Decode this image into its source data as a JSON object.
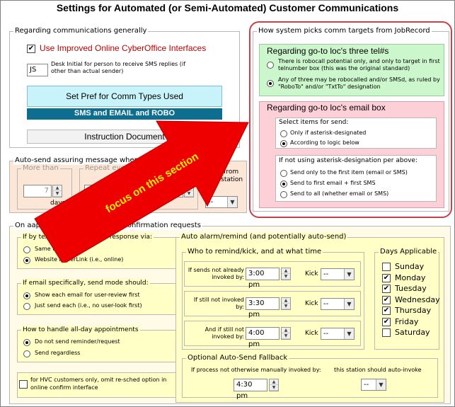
{
  "title": "Settings for Automated (or Semi-Automated) Customer Communications",
  "general": {
    "legend": "Regarding communications generally",
    "improved_label": "Use Improved Online CyberOffice Interfaces",
    "initial_value": "JS",
    "initial_desc": "Desk Initial for person to receive SMS replies (if other than actual sender)",
    "btn_pref": "Set Pref for Comm Types Used",
    "btn_sms": "SMS and EMAIL and ROBO",
    "btn_doc": "Instruction Document"
  },
  "autosend": {
    "legend": "Auto-send assuring message when pa",
    "more_than": "More than",
    "days_value": "7",
    "days": "days",
    "repeat": "Repeat eve",
    "station_label": "o it from this station",
    "dd_value": "--"
  },
  "picks": {
    "legend": "How system picks comm targets from JobRecord",
    "tel_title": "Regarding go-to loc's three tel#s",
    "tel_opt1": "There is robocall potential only, and only to target in first telnumber box (this was the original standard)",
    "tel_opt2": "Any of three may be robocalled and/or SMSd, as ruled by \"RoboTo\" and/or \"TxtTo\" designation",
    "email_title": "Regarding go-to loc's email box",
    "sel_legend": "Select items for send:",
    "sel_opt1": "Only if asterisk-designated",
    "sel_opt2": "According to logic below",
    "ifnot_legend": "If not using asterisk-designation per above:",
    "ifnot_opt1": "Send only to the first item (email or SMS)",
    "ifnot_opt2": "Send to first email + first SMS",
    "ifnot_opt3": "Send to all (whether email or SMS)"
  },
  "annotation": {
    "text": "focus on this section"
  },
  "appt": {
    "legend": "On aappointment-reminder or confirmation requests",
    "via_legend": "If by text or email, request response via:",
    "via_opt1": "Same kind reply",
    "via_opt2": "Website HyperLink (i.e., online)",
    "mode_legend": "If email specifically, send mode should:",
    "mode_opt1": "Show each email for user-review first",
    "mode_opt2": "Just send each (i.e., no user-look first)",
    "allday_legend": "How to handle all-day appointments",
    "allday_opt1": "Do not send reminder/request",
    "allday_opt2": "Send regardless",
    "hvc_label": "for HVC customers only, omit re-sched option in online confirm interface"
  },
  "alarm": {
    "legend": "Auto alarm/remind (and potentially auto-send)",
    "who_legend": "Who to remind/kick, and at what time",
    "kick": "Kick",
    "rows": [
      {
        "label": "If sends not already invoked by:",
        "time": "3:00 pm",
        "kick": "--"
      },
      {
        "label": "If still not invoked by:",
        "time": "3:30 pm",
        "kick": "--"
      },
      {
        "label": "And if still not invoked by:",
        "time": "4:00 pm",
        "kick": "--"
      }
    ],
    "days_legend": "Days Applicable",
    "days": [
      {
        "name": "Sunday",
        "checked": false
      },
      {
        "name": "Monday",
        "checked": true
      },
      {
        "name": "Tuesday",
        "checked": true
      },
      {
        "name": "Wednesday",
        "checked": true
      },
      {
        "name": "Thursday",
        "checked": true
      },
      {
        "name": "Friday",
        "checked": true
      },
      {
        "name": "Saturday",
        "checked": false
      }
    ],
    "fallback_legend": "Optional Auto-Send Fallback",
    "fallback_label": "If process not otherwise manually invoked by:",
    "fallback_time": "4:30 pm",
    "station_label": "this station should auto-invoke",
    "station_value": "--"
  }
}
